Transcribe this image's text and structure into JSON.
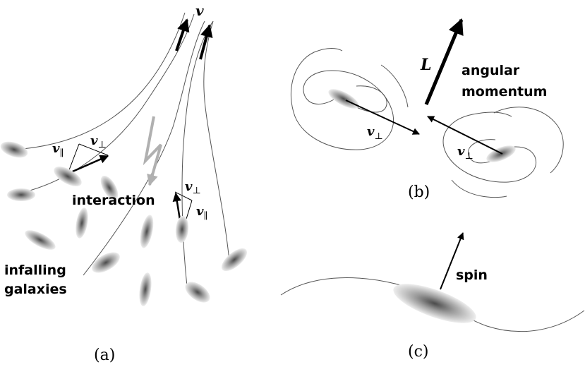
{
  "panels": {
    "a": {
      "caption": "(a)",
      "velocity_label": "v",
      "v_parallel": "v",
      "v_parallel_sub": "∥",
      "v_perp": "v",
      "v_perp_sub": "⊥",
      "interaction_label": "interaction",
      "infalling_line1": "infalling",
      "infalling_line2": "galaxies"
    },
    "b": {
      "caption": "(b)",
      "L_label": "L",
      "angular_line1": "angular",
      "angular_line2": "momentum",
      "v_perp": "v",
      "v_perp_sub": "⊥"
    },
    "c": {
      "caption": "(c)",
      "spin_label": "spin"
    }
  },
  "colors": {
    "galaxy_core": "#555555",
    "galaxy_edge": "#f0f0f0",
    "interaction_arrow": "#b0b0b0",
    "curves": "#555555"
  }
}
